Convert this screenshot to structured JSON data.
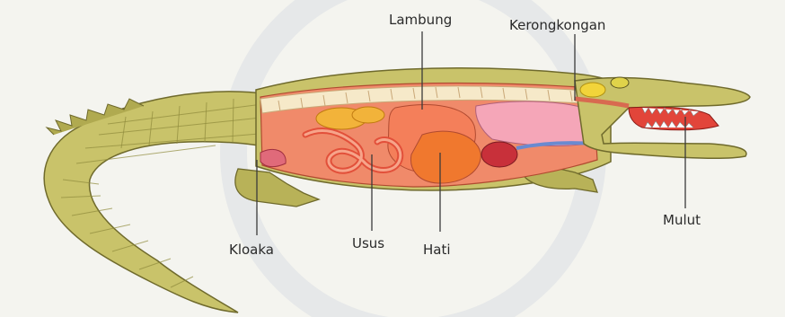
{
  "diagram": {
    "labels": {
      "lambung": "Lambung",
      "kerongkongan": "Kerongkongan",
      "mulut": "Mulut",
      "kloaka": "Kloaka",
      "usus": "Usus",
      "hati": "Hati"
    }
  },
  "colors": {
    "skin": "#c9c36a",
    "skin_dark": "#8f8a3c",
    "scale_light": "#e6e29a",
    "flesh": "#f08a6a",
    "organ_red": "#e2503a",
    "organ_pink": "#f5a6b8",
    "liver": "#f0782e",
    "stomach": "#f47f5a",
    "yellow_fat": "#f2b33a",
    "mouth": "#e2453a",
    "spine": "#f6e9c9"
  }
}
